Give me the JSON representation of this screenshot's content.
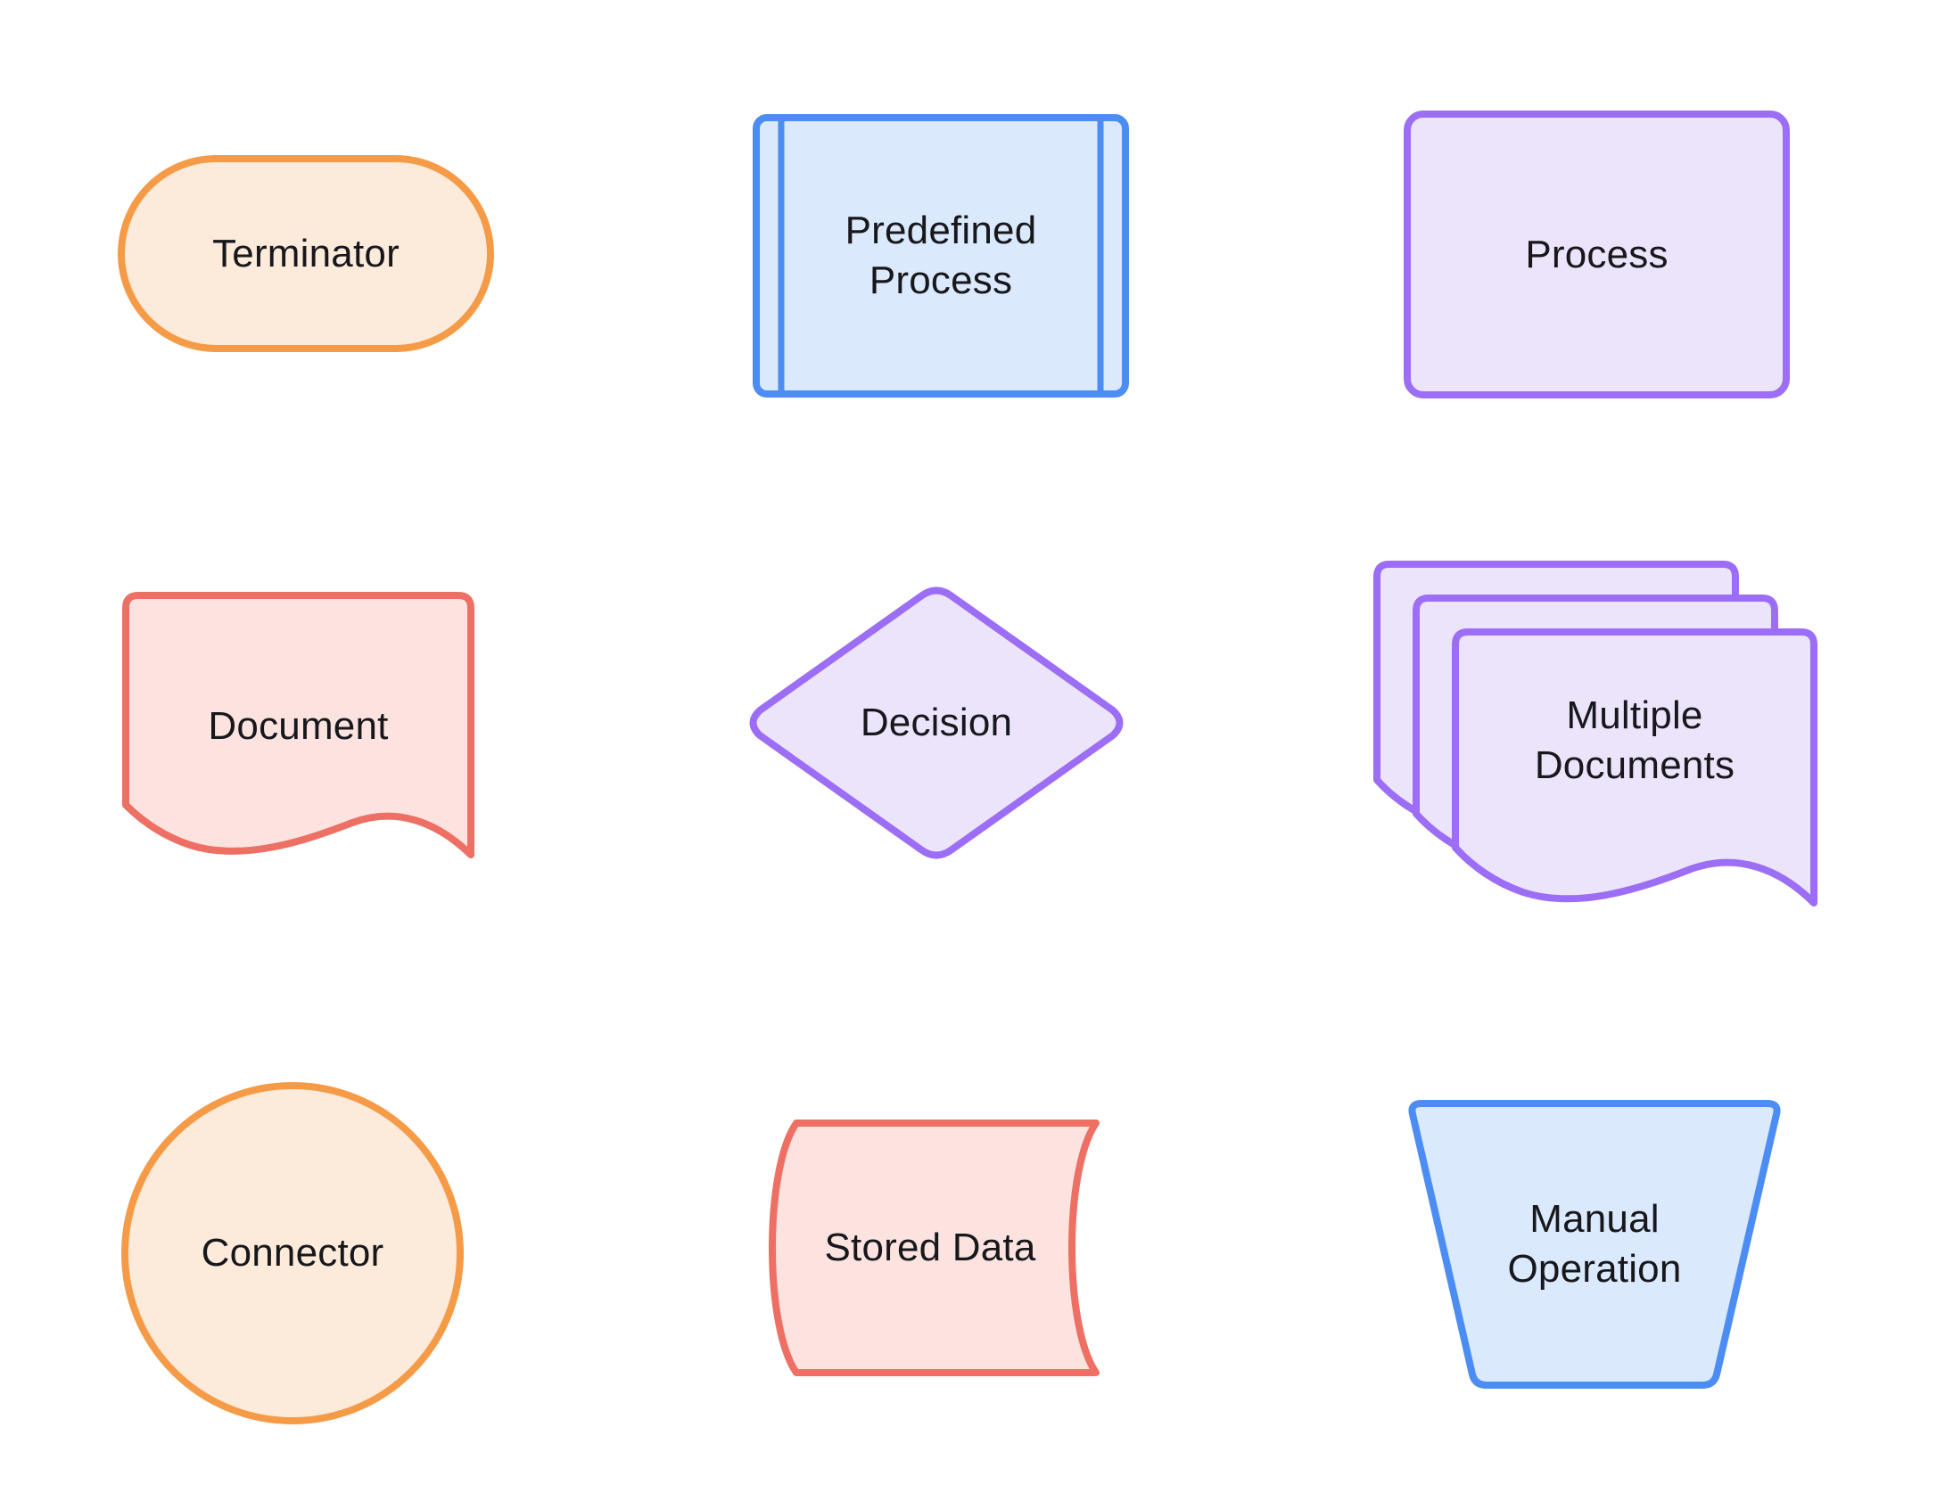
{
  "text_color": "#17171C",
  "shapes": {
    "terminator": {
      "label": "Terminator",
      "stroke": "#F59B48",
      "fill": "#FCEBDA"
    },
    "predefined_process": {
      "label": "Predefined Process",
      "stroke": "#4B8DF3",
      "fill": "#DBE9FC"
    },
    "process": {
      "label": "Process",
      "stroke": "#9C6DF5",
      "fill": "#ECE4FB"
    },
    "document": {
      "label": "Document",
      "stroke": "#EE6F63",
      "fill": "#FCE3E0"
    },
    "decision": {
      "label": "Decision",
      "stroke": "#9C6DF5",
      "fill": "#ECE4FB"
    },
    "multiple_documents": {
      "label": "Multiple Documents",
      "stroke": "#9C6DF5",
      "fill": "#ECE4FB"
    },
    "connector": {
      "label": "Connector",
      "stroke": "#F59B48",
      "fill": "#FCEBDA"
    },
    "stored_data": {
      "label": "Stored Data",
      "stroke": "#EE6F63",
      "fill": "#FCE3E0"
    },
    "manual_operation": {
      "label": "Manual Operation",
      "stroke": "#4B8DF3",
      "fill": "#DBE9FC"
    }
  }
}
